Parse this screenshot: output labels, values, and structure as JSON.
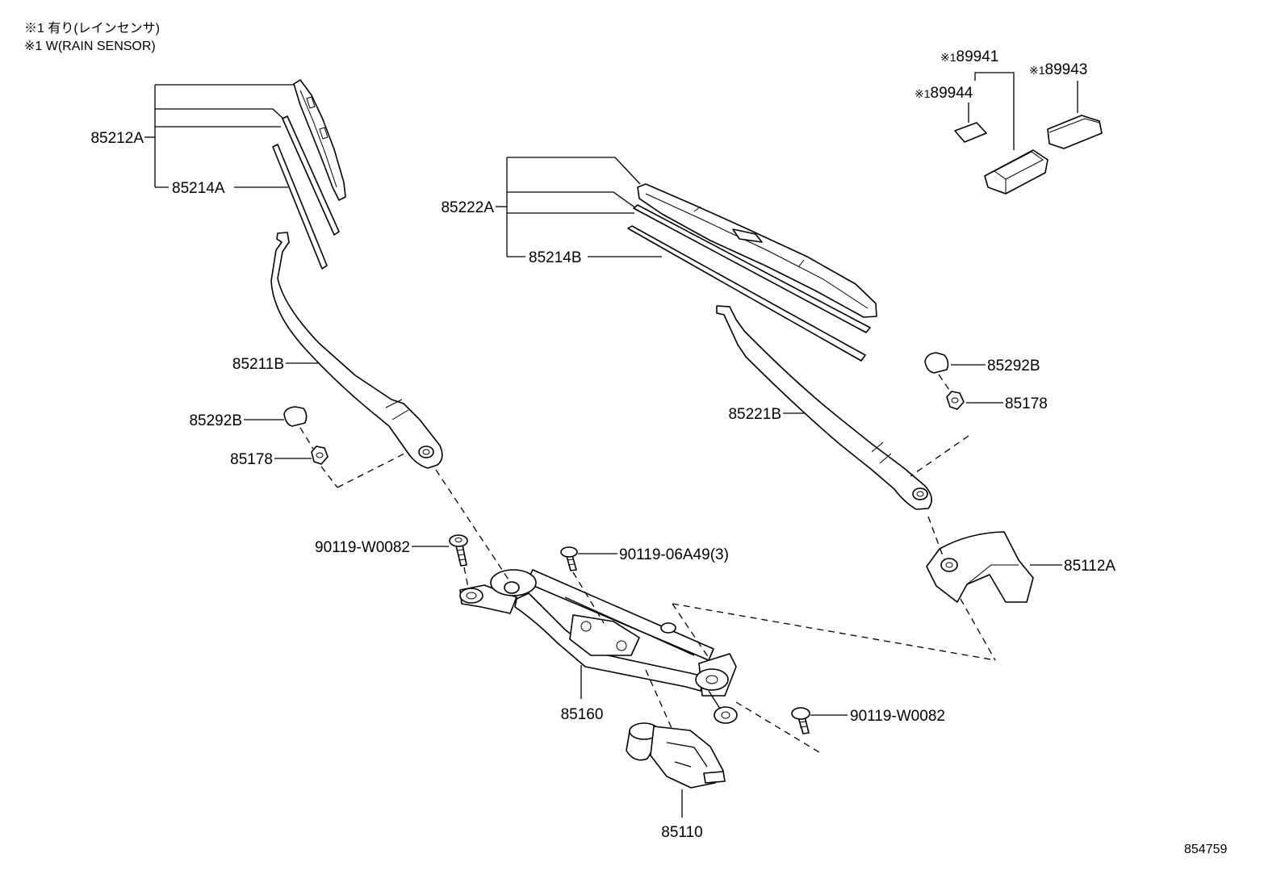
{
  "notes": [
    "※1 有り(レインセンサ)",
    "※1 W(RAIN SENSOR)"
  ],
  "labels": {
    "blade_left": "85212A",
    "rubber_left": "85214A",
    "blade_right": "85222A",
    "rubber_right": "85214B",
    "arm_left": "85211B",
    "cap_left": "85292B",
    "nut_left": "85178",
    "arm_right": "85221B",
    "cap_right": "85292B",
    "nut_right": "85178",
    "screw_left": "90119-W0082",
    "screw_link": "90119-06A49(3)",
    "cover_right": "85112A",
    "link": "85160",
    "screw_right": "90119-W0082",
    "motor": "85110"
  },
  "rain_sensor": {
    "mark": "※1",
    "sensor": "89941",
    "pad": "89944",
    "bracket": "89943"
  },
  "diagram_code": "854759"
}
